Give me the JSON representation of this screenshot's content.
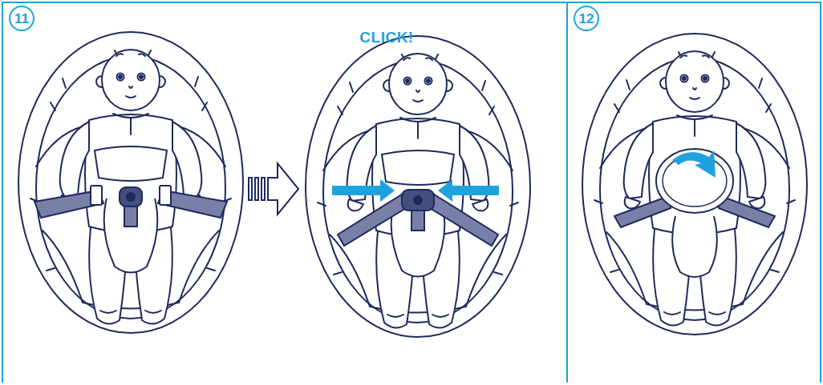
{
  "diagram": {
    "labels": [
      "11",
      "CLICK!",
      "12"
    ]
  }
}
